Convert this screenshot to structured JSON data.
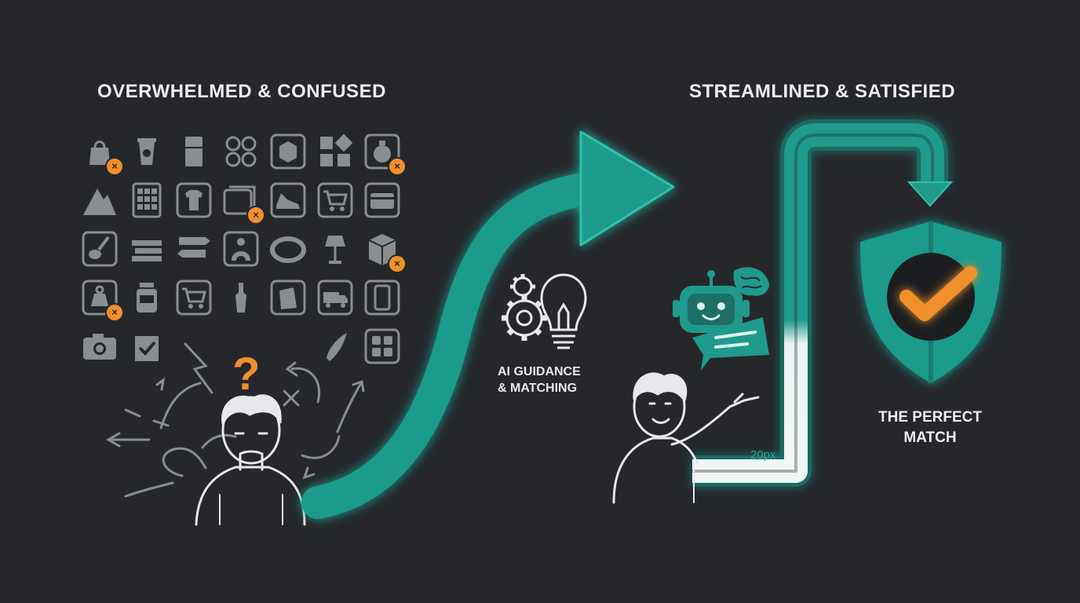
{
  "left_heading": "OVERWHELMED & CONFUSED",
  "right_heading": "STREAMLINED & SATISFIED",
  "middle_label": {
    "line1": "AI GUIDANCE",
    "line2": "& MATCHING"
  },
  "result_label": {
    "line1": "THE PERFECT",
    "line2": "MATCH"
  },
  "annotation": "20px",
  "question_mark": "?",
  "colors": {
    "background": "#25272b",
    "teal": "#1f9a8c",
    "teal_glow": "#2fc2ae",
    "orange": "#f0902a",
    "icon_gray": "#8a8d92",
    "line": "#e6e8ea"
  },
  "icons": [
    {
      "name": "shopping-bag-icon",
      "flag": "x"
    },
    {
      "name": "coffee-cup-icon"
    },
    {
      "name": "refrigerator-icon"
    },
    {
      "name": "circle-cluster-icon"
    },
    {
      "name": "package-box-icon"
    },
    {
      "name": "apps-grid-icon"
    },
    {
      "name": "pot-icon",
      "flag": "x"
    },
    {
      "name": "mountain-icon"
    },
    {
      "name": "calculator-icon"
    },
    {
      "name": "tshirt-icon"
    },
    {
      "name": "cards-stack-icon",
      "flag": "x"
    },
    {
      "name": "sneaker-icon"
    },
    {
      "name": "shopping-cart-icon"
    },
    {
      "name": "credit-card-icon"
    },
    {
      "name": "brush-icon"
    },
    {
      "name": "stripes-icon"
    },
    {
      "name": "arrow-signs-icon"
    },
    {
      "name": "person-arch-icon"
    },
    {
      "name": "ring-icon"
    },
    {
      "name": "lamp-icon"
    },
    {
      "name": "box-icon",
      "flag": "x"
    },
    {
      "name": "weight-bag-icon",
      "flag": "x"
    },
    {
      "name": "jar-icon"
    },
    {
      "name": "cart-outline-icon"
    },
    {
      "name": "tool-icon"
    },
    {
      "name": "gift-bag-icon"
    },
    {
      "name": "truck-icon"
    },
    {
      "name": "phone-icon"
    },
    {
      "name": "camera-icon"
    },
    {
      "name": "checked-bag-icon"
    },
    {
      "name": "shoe-icon"
    },
    {
      "name": "widgets-icon"
    }
  ]
}
